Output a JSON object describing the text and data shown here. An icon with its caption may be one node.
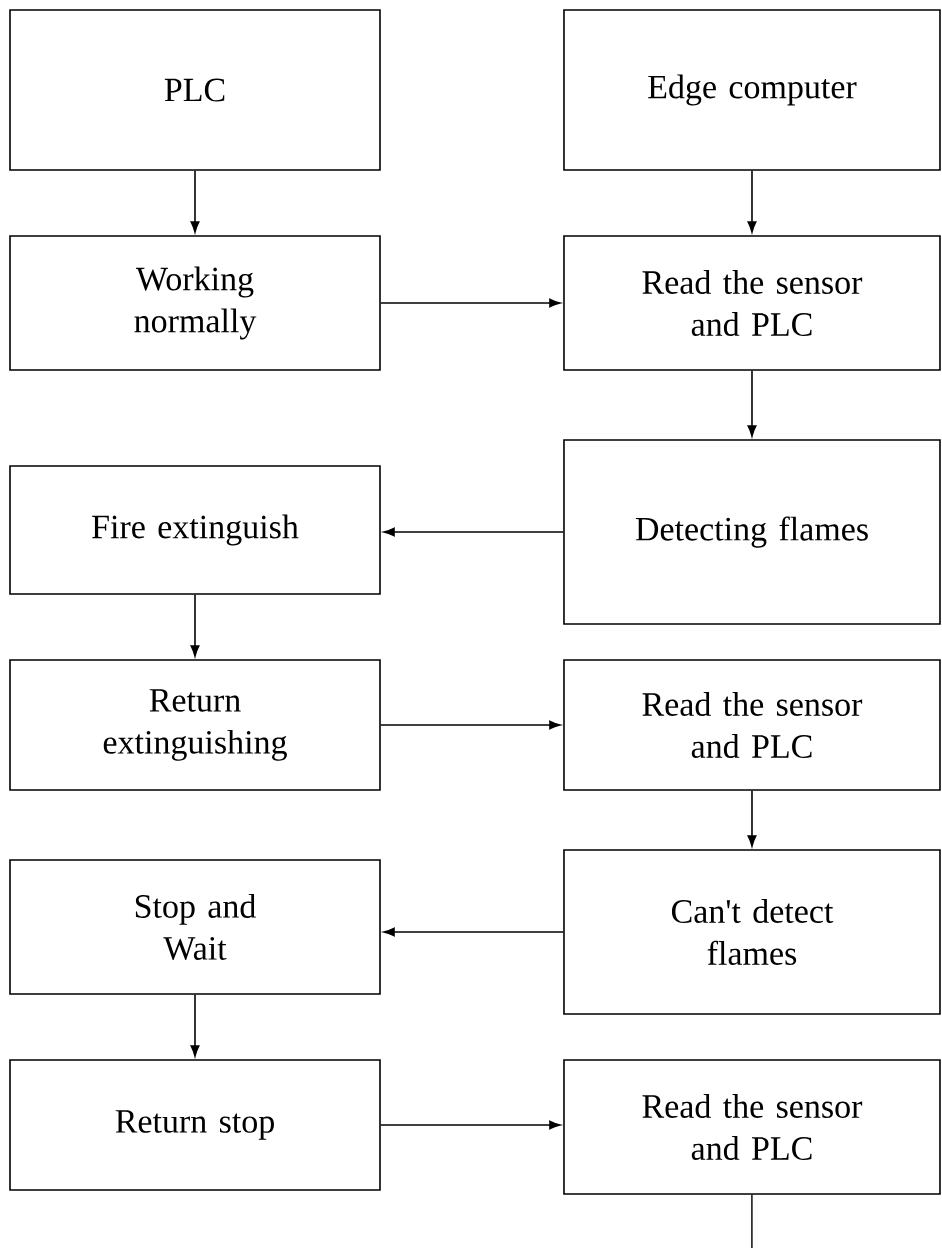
{
  "diagram": {
    "nodes": [
      {
        "text": [
          "PLC"
        ]
      },
      {
        "text": [
          "Edge computer"
        ]
      },
      {
        "text": [
          "Working normally"
        ]
      },
      {
        "text": [
          "Read the sensor and PLC"
        ]
      },
      {
        "text": [
          "Fire extinguish"
        ]
      },
      {
        "text": [
          "Detecting flames"
        ]
      },
      {
        "text": [
          "Return extinguishing"
        ]
      },
      {
        "text": [
          "Read the sensor and PLC"
        ]
      },
      {
        "text": [
          "Stop and Wait"
        ]
      },
      {
        "text": [
          "Can't detect flames"
        ]
      },
      {
        "text": [
          "Return stop"
        ]
      },
      {
        "text": [
          "Read the sensor and PLC"
        ]
      }
    ],
    "edges": [
      {
        "from": 0,
        "to": 2,
        "arrow": "to"
      },
      {
        "from": 1,
        "to": 3,
        "arrow": "to"
      },
      {
        "from": 2,
        "to": 3,
        "arrow": "to"
      },
      {
        "from": 3,
        "to": 5,
        "arrow": "to"
      },
      {
        "from": 5,
        "to": 4,
        "arrow": "to"
      },
      {
        "from": 4,
        "to": 6,
        "arrow": "to"
      },
      {
        "from": 6,
        "to": 7,
        "arrow": "to"
      },
      {
        "from": 7,
        "to": 9,
        "arrow": "to"
      },
      {
        "from": 9,
        "to": 8,
        "arrow": "to"
      },
      {
        "from": 8,
        "to": 10,
        "arrow": "to"
      },
      {
        "from": 10,
        "to": 11,
        "arrow": "to"
      },
      {
        "from": 11,
        "to": null,
        "arrow": "none"
      }
    ]
  }
}
